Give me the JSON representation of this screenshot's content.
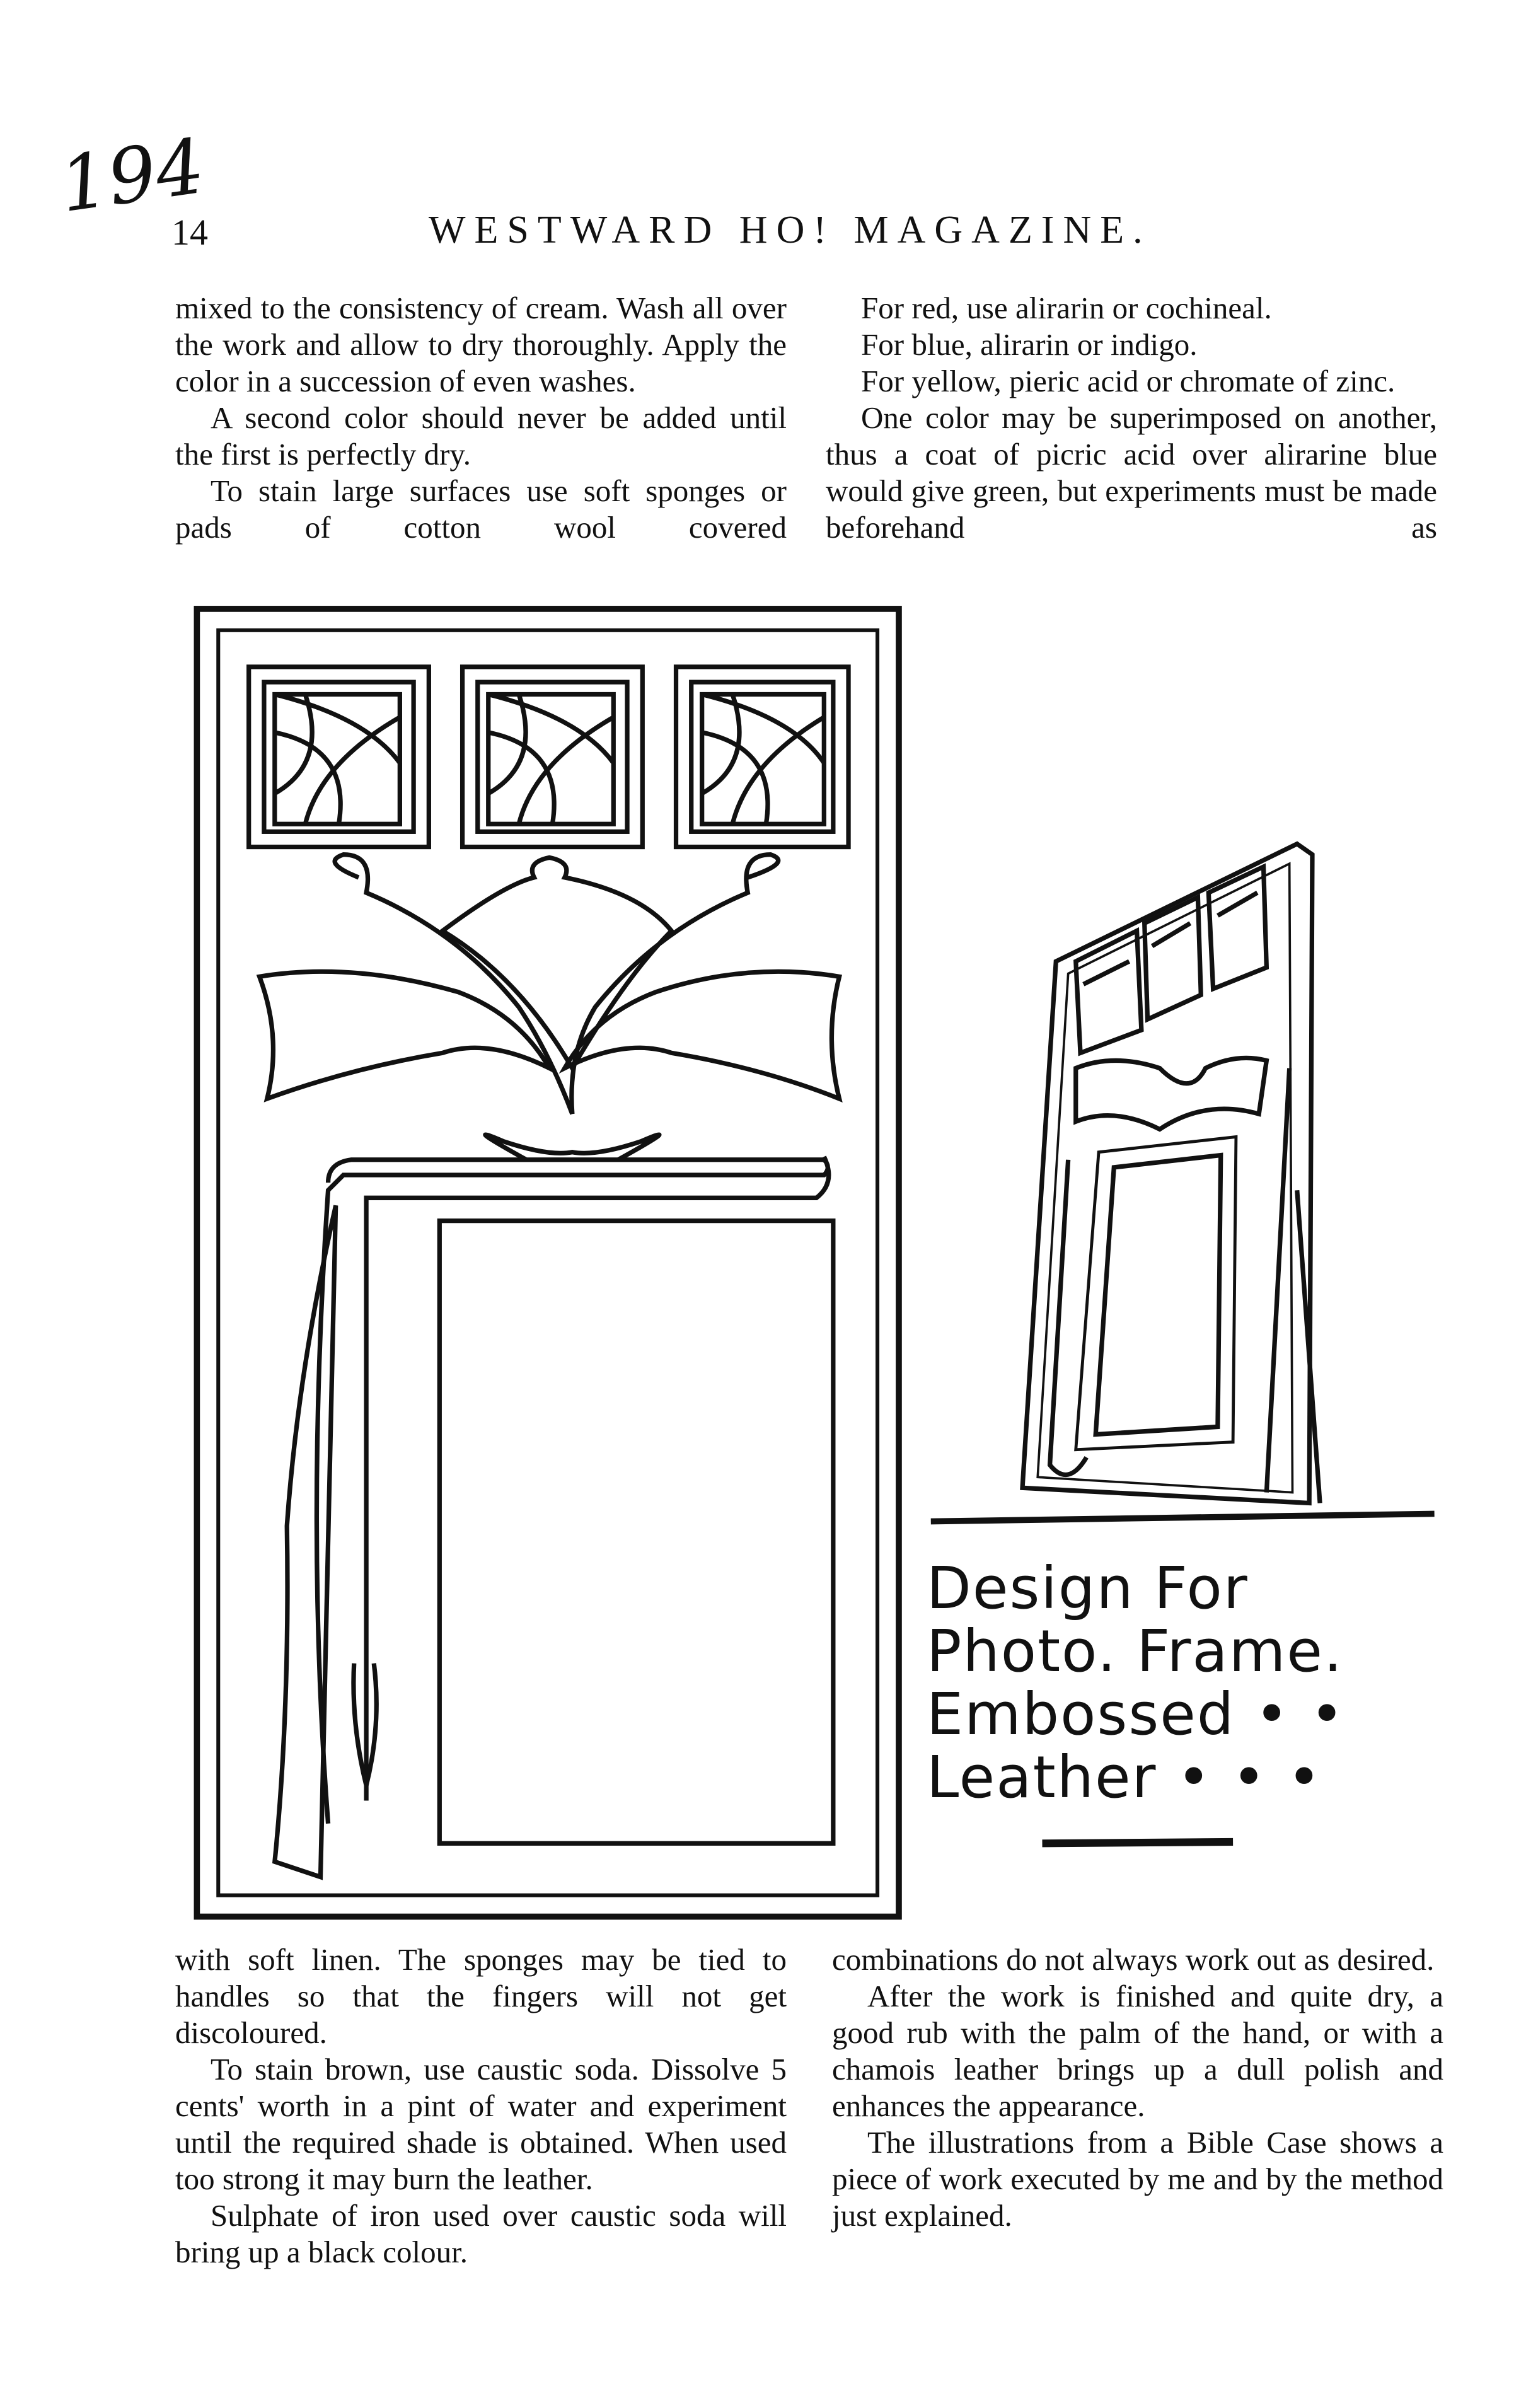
{
  "annotation": "194",
  "header": {
    "page_number": "14",
    "title": "WESTWARD HO! MAGAZINE."
  },
  "top_left": [
    "mixed to the consistency of cream. Wash all over the work and allow to dry thoroughly. Apply the color in a succession of even washes.",
    "A second color should never be added until the first is perfectly dry.",
    "To stain large surfaces use soft sponges or pads of cotton wool covered"
  ],
  "top_right": [
    "For red, use alirarin or cochineal.",
    "For blue, alirarin or indigo.",
    "For yellow, pieric acid or chromate of zinc.",
    "One color may be superimposed on another, thus a coat of picric acid over alirarine blue would give green, but experiments must be made beforehand as"
  ],
  "caption": {
    "line1": "Design For",
    "line2": "Photo. Frame.",
    "line3": "Embossed • •",
    "line4": "Leather • • •"
  },
  "bottom_left": [
    "with soft linen. The sponges may be tied to handles so that the fingers will not get discoloured.",
    "To stain brown, use caustic soda. Dissolve 5 cents' worth in a pint of water and experiment until the required shade is obtained. When used too strong it may burn the leather.",
    "Sulphate of iron used over caustic soda will bring up a black colour."
  ],
  "bottom_right": [
    "combinations do not always work out as desired.",
    "After the work is finished and quite dry, a good rub with the palm of the hand, or with a chamois leather brings up a dull polish and enhances the appearance.",
    "The illustrations from a Bible Case shows a piece of work executed by me and by the method just explained."
  ]
}
